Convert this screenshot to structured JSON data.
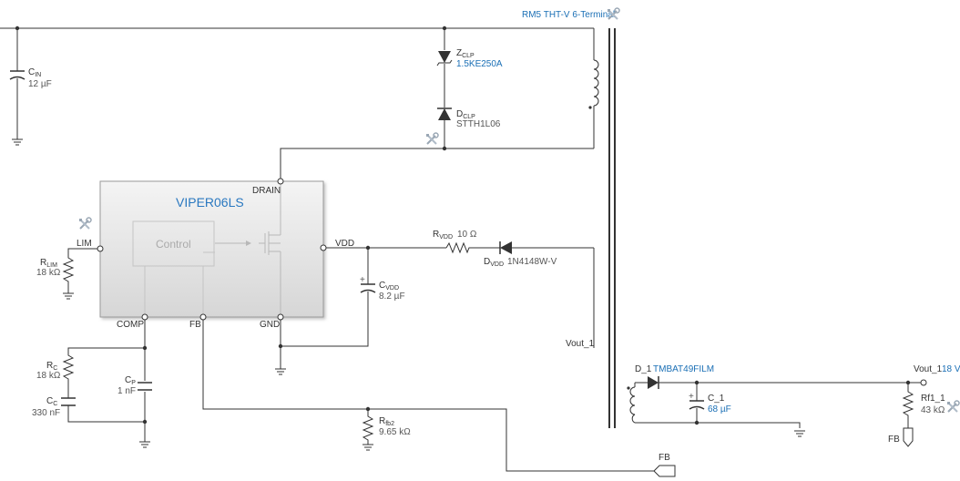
{
  "ic": {
    "name": "VIPER06LS",
    "control_label": "Control",
    "pins": {
      "drain": "DRAIN",
      "lim": "LIM",
      "vdd": "VDD",
      "comp": "COMP",
      "fb": "FB",
      "gnd": "GND"
    }
  },
  "transformer": {
    "part": "RM5 THT-V 6-Terminal"
  },
  "components": {
    "c_in": {
      "ref": "C",
      "sub": "IN",
      "value": "12 µF"
    },
    "z_clp": {
      "ref": "Z",
      "sub": "CLP",
      "value": "1.5KE250A"
    },
    "d_clp": {
      "ref": "D",
      "sub": "CLP",
      "value": "STTH1L06"
    },
    "r_lim": {
      "ref": "R",
      "sub": "LIM",
      "value": "18 kΩ"
    },
    "r_vdd": {
      "ref": "R",
      "sub": "VDD",
      "value": "10 Ω"
    },
    "d_vdd": {
      "ref": "D",
      "sub": "VDD",
      "value": "1N4148W-V"
    },
    "c_vdd": {
      "ref": "C",
      "sub": "VDD",
      "value": "8.2 µF"
    },
    "r_c": {
      "ref": "R",
      "sub": "C",
      "value": "18 kΩ"
    },
    "c_c": {
      "ref": "C",
      "sub": "C",
      "value": "330 nF"
    },
    "c_p": {
      "ref": "C",
      "sub": "P",
      "value": "1 nF"
    },
    "r_fb2": {
      "ref": "R",
      "sub": "fb2",
      "value": "9.65 kΩ"
    },
    "d_1": {
      "ref": "D_1",
      "value": "TMBAT49FILM"
    },
    "c_1": {
      "ref": "C_1",
      "value": "68 µF"
    },
    "rf1_1": {
      "ref": "Rf1_1",
      "value": "43 kΩ"
    }
  },
  "nets": {
    "vout_aux": "Vout_1",
    "vout_out": "Vout_1",
    "vout_voltage": "18 V",
    "fb_port": "FB",
    "fb_flag": "FB"
  },
  "colors": {
    "accent": "#1a6fb5",
    "wire": "#333333",
    "ic_fill": "#e0e0e0"
  },
  "icons": {
    "tool": "wrench-screwdriver-icon"
  }
}
